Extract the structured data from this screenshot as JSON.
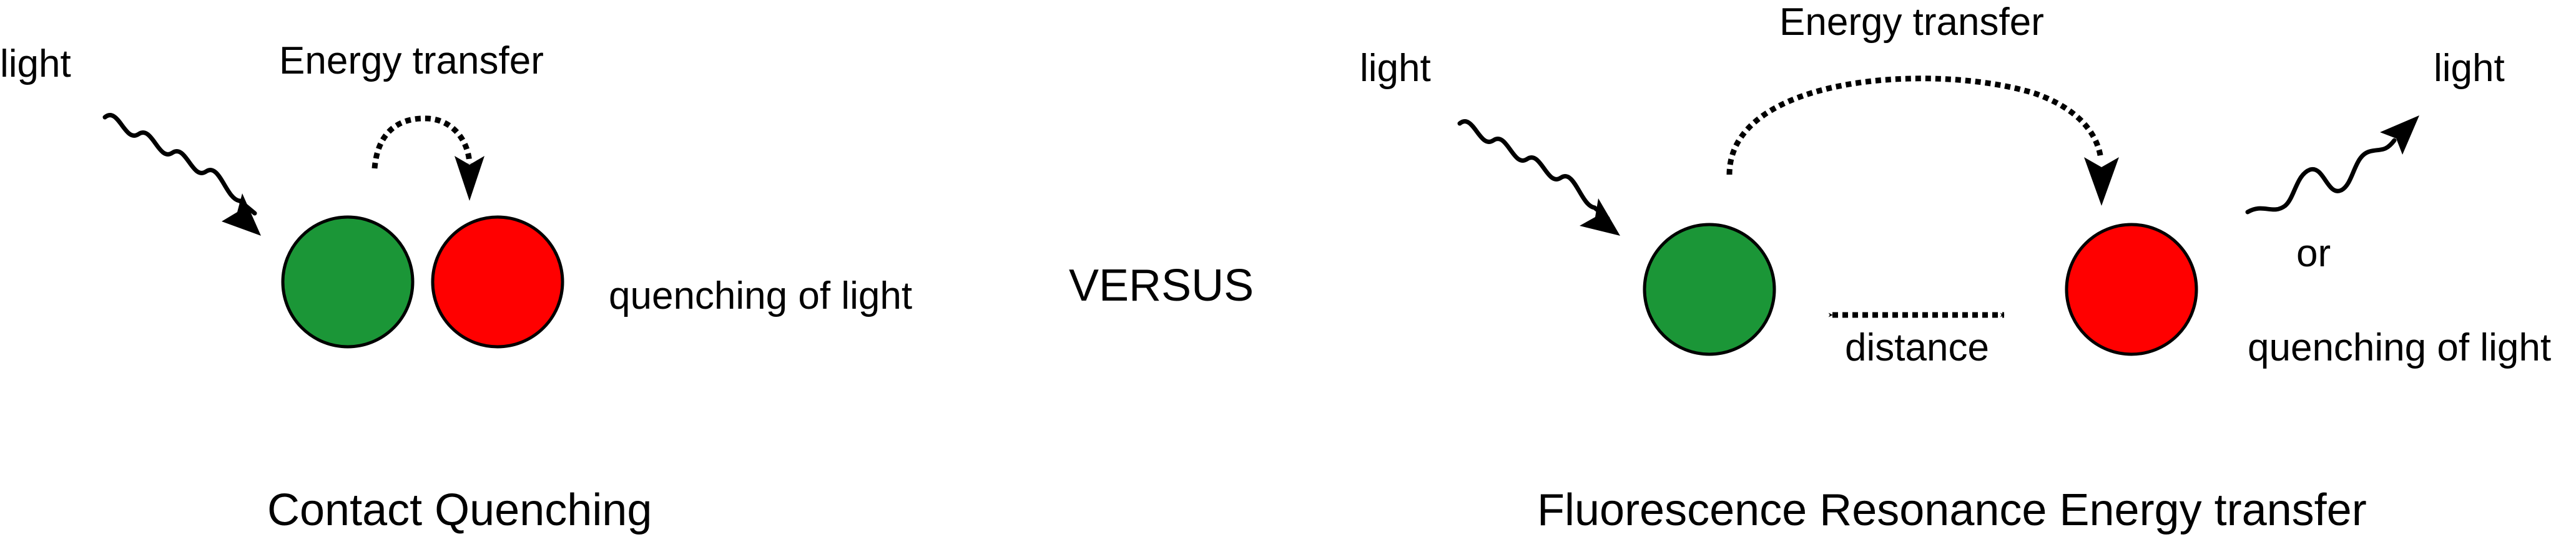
{
  "colors": {
    "donor": "#1b9637",
    "acceptor": "#ff0000",
    "line": "#000000",
    "background": "#ffffff"
  },
  "left_panel": {
    "light_in_label": "light",
    "energy_transfer_label": "Energy transfer",
    "result_label": "quenching of light",
    "title": "Contact Quenching"
  },
  "center": {
    "versus_label": "VERSUS"
  },
  "right_panel": {
    "light_in_label": "light",
    "energy_transfer_label": "Energy transfer",
    "light_out_label": "light",
    "or_label": "or",
    "result_label": "quenching of light",
    "distance_label": "distance",
    "title": "Fluorescence Resonance Energy transfer"
  }
}
